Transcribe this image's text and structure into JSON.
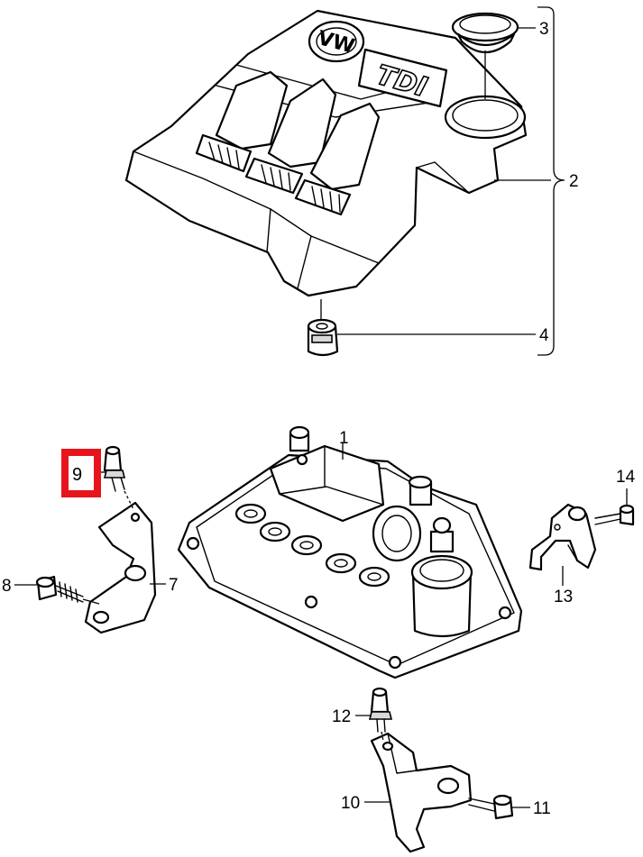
{
  "diagram": {
    "callouts": [
      {
        "id": "1",
        "label": "1"
      },
      {
        "id": "2",
        "label": "2"
      },
      {
        "id": "3",
        "label": "3"
      },
      {
        "id": "4",
        "label": "4"
      },
      {
        "id": "7",
        "label": "7"
      },
      {
        "id": "8",
        "label": "8"
      },
      {
        "id": "9",
        "label": "9"
      },
      {
        "id": "10",
        "label": "10"
      },
      {
        "id": "11",
        "label": "11"
      },
      {
        "id": "12",
        "label": "12"
      },
      {
        "id": "13",
        "label": "13"
      },
      {
        "id": "14",
        "label": "14"
      }
    ],
    "highlighted_callout": "9",
    "highlight_color": "#e8141c",
    "cover_text": "TDI",
    "logo_text": "VW"
  }
}
